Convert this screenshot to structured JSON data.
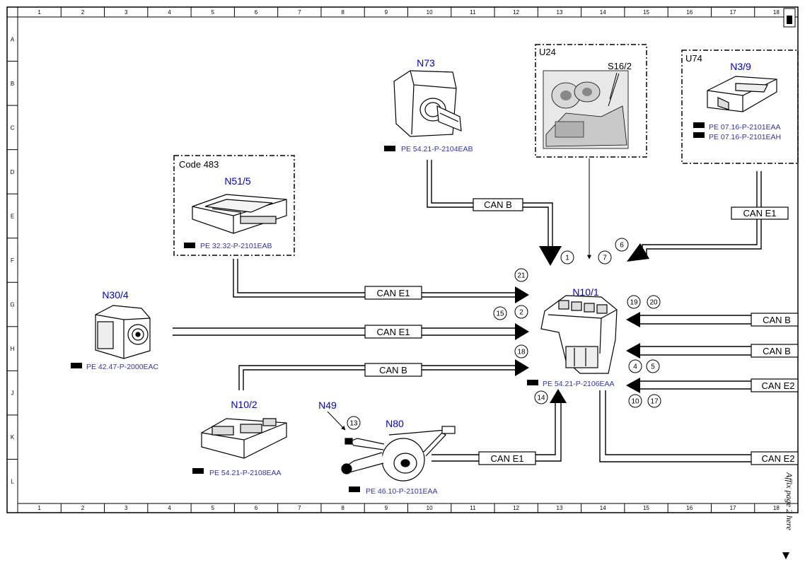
{
  "grid": {
    "columns": [
      "1",
      "2",
      "3",
      "4",
      "5",
      "6",
      "7",
      "8",
      "9",
      "10",
      "11",
      "12",
      "13",
      "14",
      "15",
      "16",
      "17",
      "18"
    ],
    "rows": [
      "A",
      "B",
      "C",
      "D",
      "E",
      "F",
      "G",
      "H",
      "J",
      "K",
      "L"
    ]
  },
  "components": {
    "n73": {
      "code": "N73",
      "ref": "PE 54.21-P-2104EAB"
    },
    "u24": {
      "code": "U24",
      "sub": "S16/2"
    },
    "u74": {
      "code": "U74",
      "sub": "N3/9",
      "refs": [
        "PE 07.16-P-2101EAA",
        "PE 07.16-P-2101EAH"
      ]
    },
    "n51_5": {
      "box_label": "Code 483",
      "code": "N51/5",
      "ref": "PE 32.32-P-2101EAB"
    },
    "n30_4": {
      "code": "N30/4",
      "ref": "PE 42.47-P-2000EAC"
    },
    "n10_1": {
      "code": "N10/1",
      "ref": "PE 54.21-P-2106EAA"
    },
    "n10_2": {
      "code": "N10/2",
      "ref": "PE 54.21-P-2108EAA"
    },
    "n49": {
      "code": "N49"
    },
    "n80": {
      "code": "N80",
      "ref": "PE 46.10-P-2101EAA"
    }
  },
  "bus_labels": {
    "can_b_top": "CAN B",
    "can_e1_right": "CAN E1",
    "can_e1_row1": "CAN E1",
    "can_e1_row2": "CAN E1",
    "can_b_left": "CAN B",
    "can_e1_bottom": "CAN E1",
    "can_b_right1": "CAN B",
    "can_b_right2": "CAN B",
    "can_e2_right": "CAN E2",
    "can_e2_bottom": "CAN E2"
  },
  "pins": [
    "1",
    "7",
    "6",
    "21",
    "15",
    "2",
    "18",
    "19",
    "20",
    "4",
    "5",
    "10",
    "17",
    "14",
    "13"
  ],
  "side_note": "Affix page 2 here",
  "colors": {
    "accent": "#0000cc",
    "line": "#000000"
  }
}
